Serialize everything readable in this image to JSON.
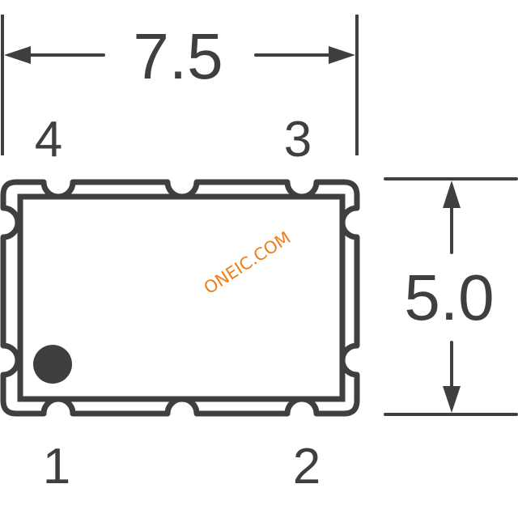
{
  "diagram": {
    "type": "component package outline (SMD oscillator, 4-pad, top view)",
    "colors": {
      "stroke": "#3f3f41",
      "watermark": "#f07d17",
      "background": "#ffffff"
    },
    "dimensions": {
      "width": {
        "label": "7.5",
        "orientation": "horizontal"
      },
      "height": {
        "label": "5.0",
        "orientation": "vertical"
      }
    },
    "pins": [
      {
        "number": "4",
        "position": "top-left"
      },
      {
        "number": "3",
        "position": "top-right"
      },
      {
        "number": "1",
        "position": "bottom-left"
      },
      {
        "number": "2",
        "position": "bottom-right"
      }
    ],
    "pin1_marker": "filled-dot",
    "watermark": "ONEIC.COM"
  }
}
